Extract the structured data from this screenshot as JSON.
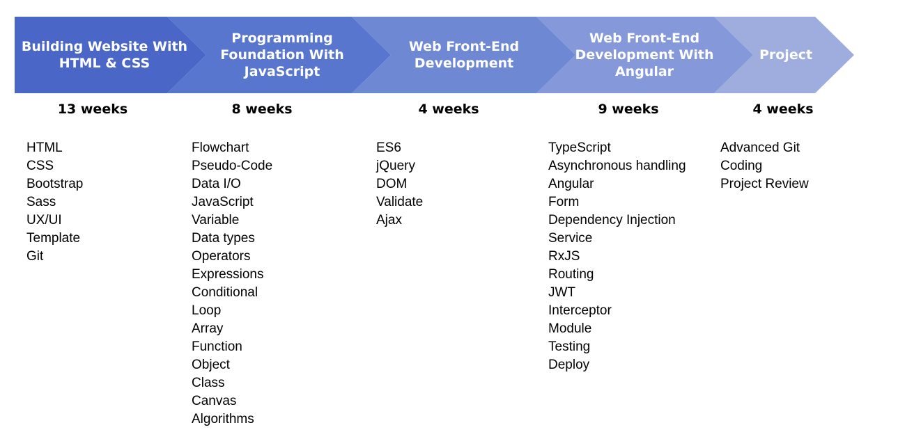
{
  "colors": [
    "#4a66c7",
    "#5876cd",
    "#6e88d4",
    "#8498da",
    "#9eadde"
  ],
  "phases": [
    {
      "title": "Building Website With\nHTML & CSS",
      "duration": "13 weeks",
      "topics": [
        "HTML",
        "CSS",
        "Bootstrap",
        "Sass",
        "UX/UI",
        "Template",
        "Git"
      ]
    },
    {
      "title": "Programming\nFoundation With\nJavaScript",
      "duration": "8 weeks",
      "topics": [
        "Flowchart",
        "Pseudo-Code",
        "Data I/O",
        "JavaScript",
        "Variable",
        "Data types",
        "Operators",
        "Expressions",
        "Conditional",
        "Loop",
        "Array",
        "Function",
        "Object",
        "Class",
        "Canvas",
        "Algorithms"
      ]
    },
    {
      "title": "Web Front-End\nDevelopment",
      "duration": "4 weeks",
      "topics": [
        "ES6",
        "jQuery",
        "DOM",
        "Validate",
        "Ajax"
      ]
    },
    {
      "title": "Web Front-End\nDevelopment With\nAngular",
      "duration": "9 weeks",
      "topics": [
        "TypeScript",
        "Asynchronous handling",
        "Angular",
        "Form",
        "Dependency Injection",
        "Service",
        "RxJS",
        "Routing",
        "JWT",
        "Interceptor",
        "Module",
        "Testing",
        "Deploy"
      ]
    },
    {
      "title": "Project",
      "duration": "4 weeks",
      "topics": [
        "Advanced Git",
        "Coding",
        "Project Review"
      ]
    }
  ]
}
